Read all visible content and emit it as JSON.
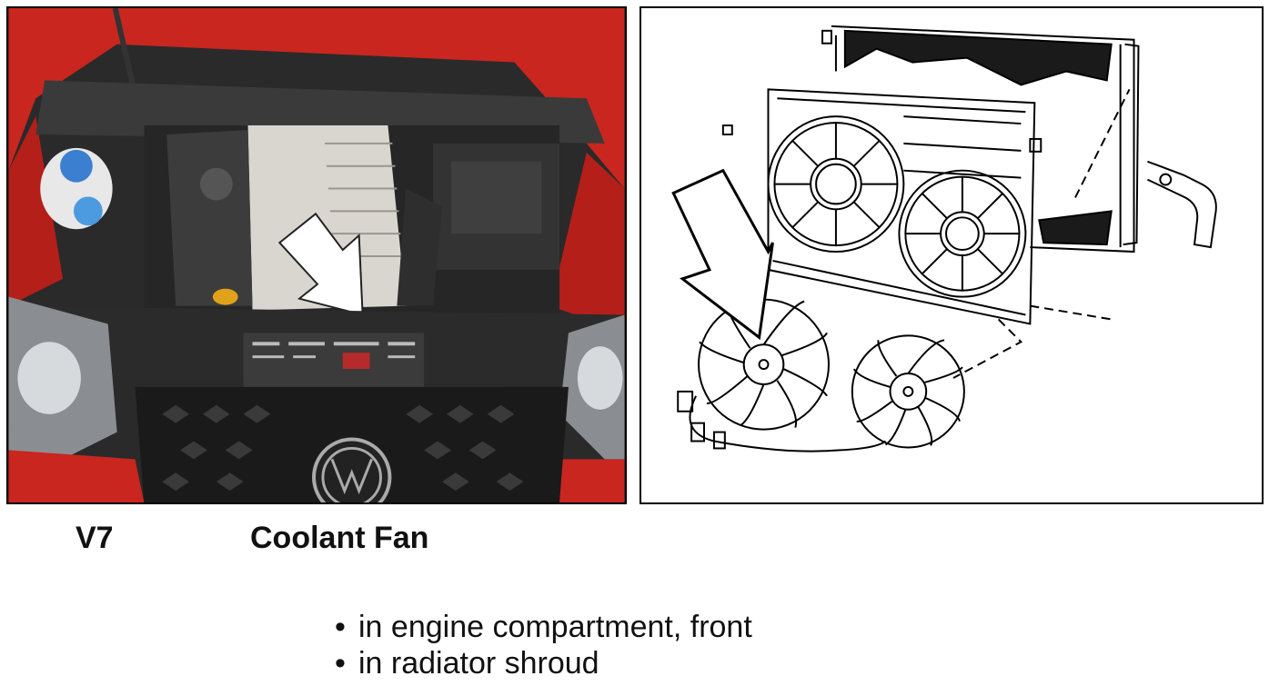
{
  "component": {
    "code": "V7",
    "name": "Coolant Fan"
  },
  "location": {
    "bullets": [
      "in engine compartment, front",
      "in radiator shroud"
    ]
  }
}
